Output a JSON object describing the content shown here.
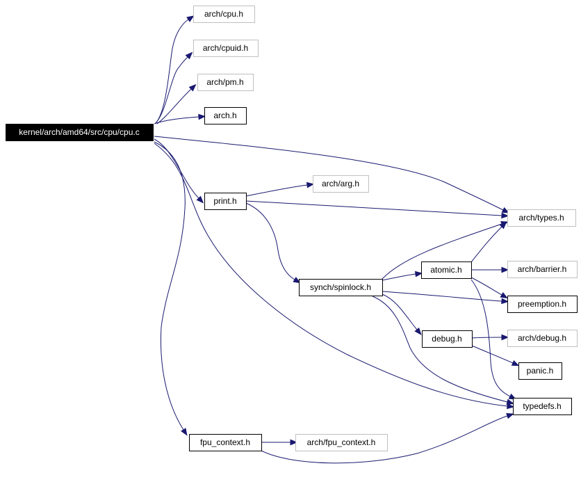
{
  "colors": {
    "edge": "#191970",
    "root_fill": "#000000",
    "root_text": "#ffffff",
    "node_border": "#000000",
    "external_border": "#bfbfbf",
    "node_text": "#000000"
  },
  "nodes": {
    "root": {
      "label": "kernel/arch/amd64/src/cpu/cpu.c",
      "kind": "root"
    },
    "arch_cpu": {
      "label": "arch/cpu.h",
      "kind": "external"
    },
    "arch_cpuid": {
      "label": "arch/cpuid.h",
      "kind": "external"
    },
    "arch_pm": {
      "label": "arch/pm.h",
      "kind": "external"
    },
    "arch": {
      "label": "arch.h",
      "kind": "normal"
    },
    "print": {
      "label": "print.h",
      "kind": "normal"
    },
    "arch_arg": {
      "label": "arch/arg.h",
      "kind": "external"
    },
    "arch_types": {
      "label": "arch/types.h",
      "kind": "external"
    },
    "spinlock": {
      "label": "synch/spinlock.h",
      "kind": "normal"
    },
    "atomic": {
      "label": "atomic.h",
      "kind": "normal"
    },
    "arch_barrier": {
      "label": "arch/barrier.h",
      "kind": "external"
    },
    "preemption": {
      "label": "preemption.h",
      "kind": "normal"
    },
    "debug": {
      "label": "debug.h",
      "kind": "normal"
    },
    "arch_debug": {
      "label": "arch/debug.h",
      "kind": "external"
    },
    "panic": {
      "label": "panic.h",
      "kind": "normal"
    },
    "typedefs": {
      "label": "typedefs.h",
      "kind": "normal"
    },
    "fpu_context": {
      "label": "fpu_context.h",
      "kind": "normal"
    },
    "arch_fpu_context": {
      "label": "arch/fpu_context.h",
      "kind": "external"
    }
  },
  "edges": [
    {
      "from": "root",
      "to": "arch_cpu"
    },
    {
      "from": "root",
      "to": "arch_cpuid"
    },
    {
      "from": "root",
      "to": "arch_pm"
    },
    {
      "from": "root",
      "to": "arch"
    },
    {
      "from": "root",
      "to": "arch_types"
    },
    {
      "from": "root",
      "to": "print"
    },
    {
      "from": "root",
      "to": "typedefs"
    },
    {
      "from": "root",
      "to": "fpu_context"
    },
    {
      "from": "print",
      "to": "arch_arg"
    },
    {
      "from": "print",
      "to": "arch_types"
    },
    {
      "from": "print",
      "to": "spinlock"
    },
    {
      "from": "spinlock",
      "to": "arch_types"
    },
    {
      "from": "spinlock",
      "to": "atomic"
    },
    {
      "from": "spinlock",
      "to": "preemption"
    },
    {
      "from": "spinlock",
      "to": "debug"
    },
    {
      "from": "spinlock",
      "to": "typedefs"
    },
    {
      "from": "atomic",
      "to": "arch_types"
    },
    {
      "from": "atomic",
      "to": "arch_barrier"
    },
    {
      "from": "atomic",
      "to": "preemption"
    },
    {
      "from": "atomic",
      "to": "typedefs"
    },
    {
      "from": "debug",
      "to": "arch_debug"
    },
    {
      "from": "debug",
      "to": "panic"
    },
    {
      "from": "fpu_context",
      "to": "arch_fpu_context"
    },
    {
      "from": "fpu_context",
      "to": "typedefs"
    }
  ]
}
